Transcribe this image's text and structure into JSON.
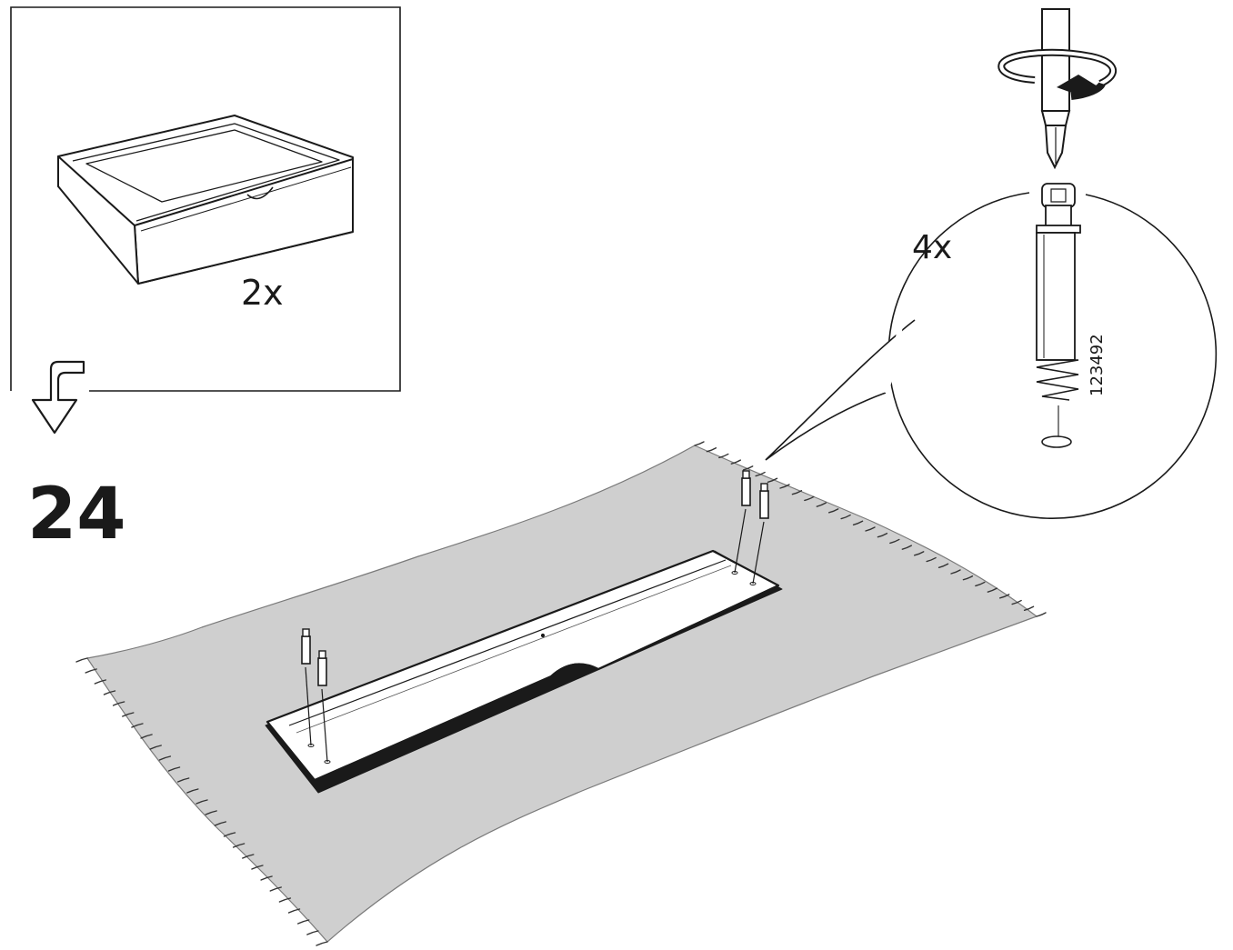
{
  "step": {
    "number": "24"
  },
  "inset": {
    "quantity": "2x",
    "item": "drawer-assembly"
  },
  "detail": {
    "quantity": "4x",
    "part_number": "123492",
    "tool": "screwdriver-icon",
    "rotation": "clockwise-arrow-icon"
  },
  "colors": {
    "ink": "#1a1a1a",
    "mat": "#cfcfcf",
    "panel": "#ffffff"
  }
}
